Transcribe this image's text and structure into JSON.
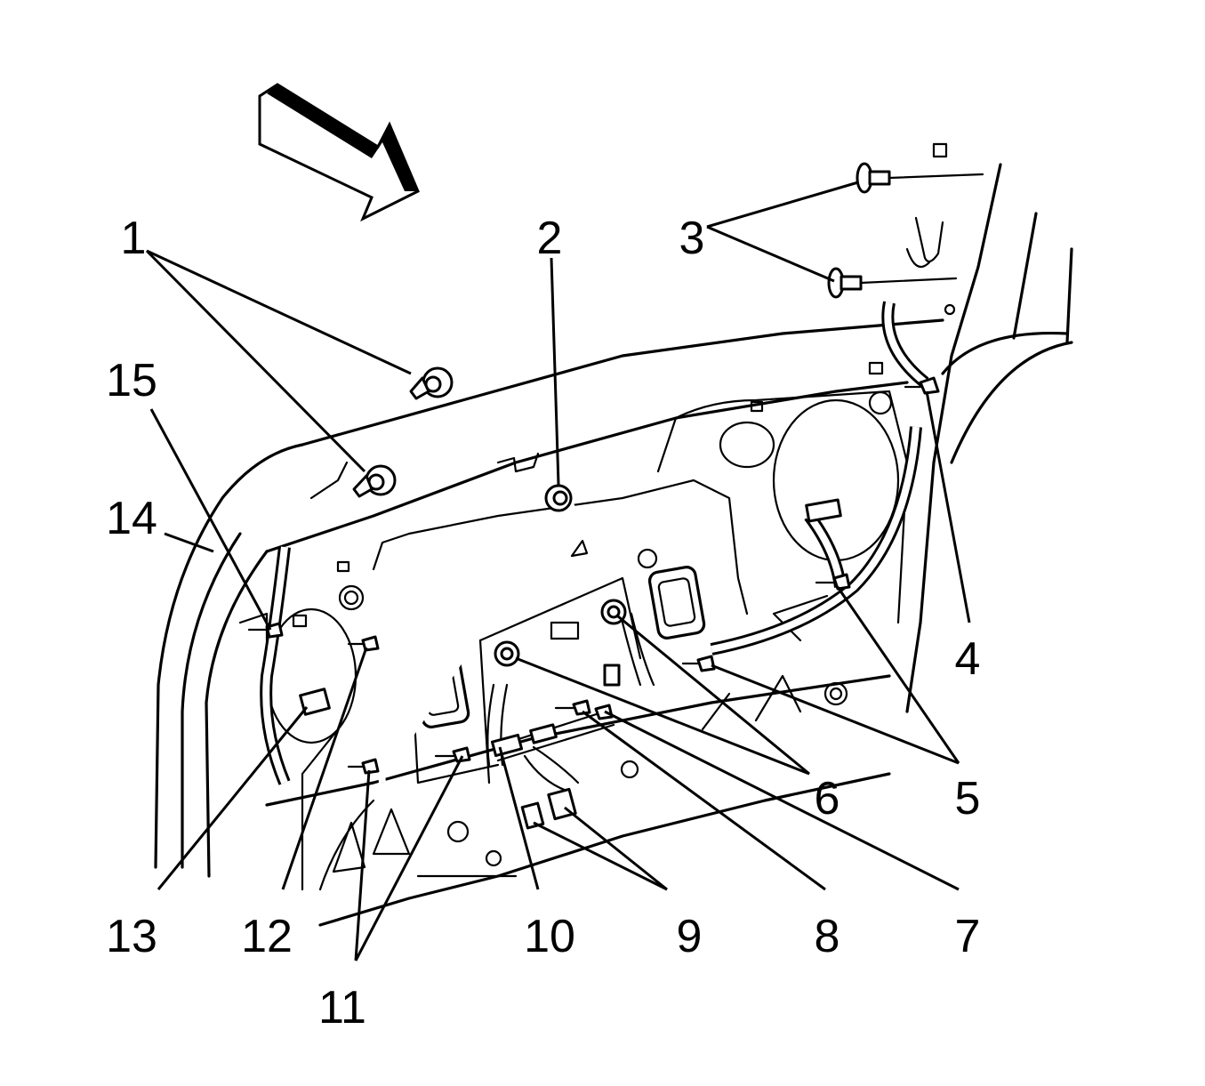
{
  "callouts": {
    "c1": "1",
    "c2": "2",
    "c3": "3",
    "c4": "4",
    "c5": "5",
    "c6": "6",
    "c7": "7",
    "c8": "8",
    "c9": "9",
    "c10": "10",
    "c11": "11",
    "c12": "12",
    "c13": "13",
    "c14": "14",
    "c15": "15"
  },
  "icons": {
    "direction": "front-direction-arrow-icon"
  },
  "colors": {
    "line": "#000000",
    "background": "#ffffff"
  }
}
